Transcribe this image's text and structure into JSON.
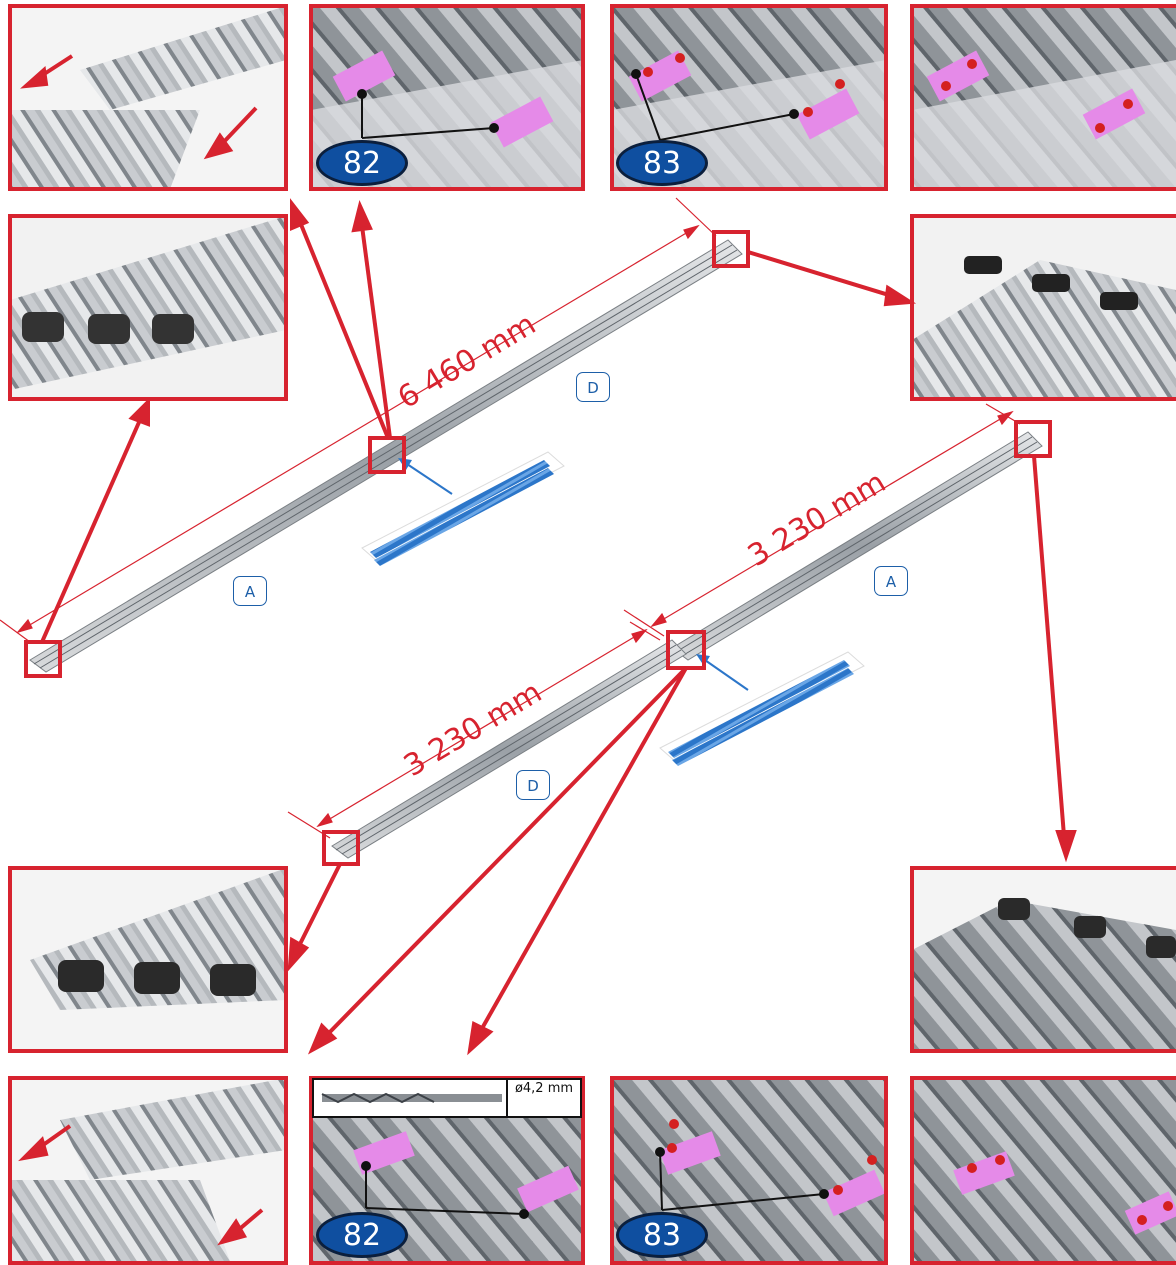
{
  "dimensions": {
    "long_rail": "6 460 mm",
    "short_rail_upper": "3 230 mm",
    "short_rail_lower": "3 230 mm"
  },
  "rail_tags": {
    "upper_left": "A",
    "upper_right": "D",
    "lower_right": "A",
    "lower_left": "D"
  },
  "callouts": {
    "top_plates": "82",
    "top_screws": "83",
    "bottom_plates": "82",
    "bottom_screws": "83"
  },
  "drill": {
    "diameter_label": "ø4,2 mm"
  },
  "colors": {
    "accent_red": "#d7232f",
    "tag_blue": "#1d5fa8",
    "callout_blue": "#0f4fa0",
    "plate_pink": "#e58ae8",
    "screw_red": "#d42020",
    "rail_grey": "#a9aeb3",
    "connector_blue": "#2c76c9"
  }
}
